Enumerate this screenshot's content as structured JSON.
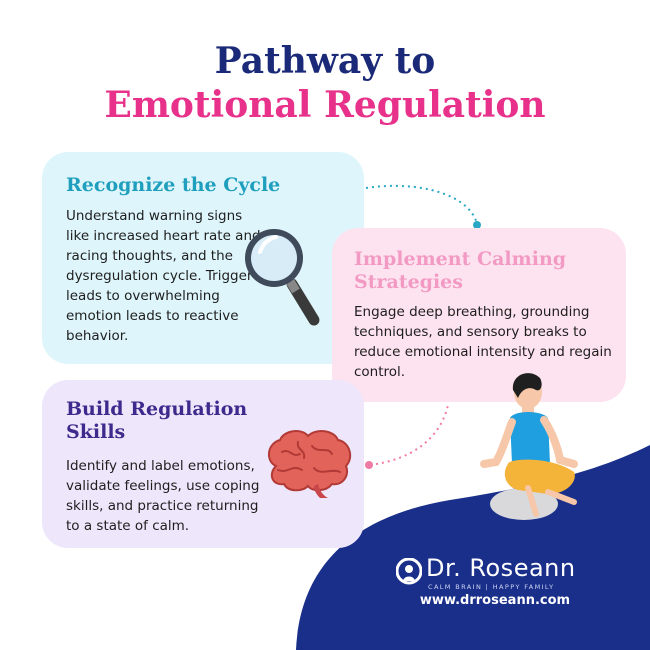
{
  "title": {
    "line1": "Pathway to",
    "line2": "Emotional Regulation"
  },
  "steps": [
    {
      "heading": "Recognize the Cycle",
      "body": "Understand warning signs like increased heart rate and racing thoughts, and the dysregulation cycle. Trigger leads to overwhelming emotion leads to reactive behavior.",
      "icon": "magnifying-glass-icon"
    },
    {
      "heading": "Implement Calming Strategies",
      "body": "Engage deep breathing, grounding techniques, and sensory breaks to reduce emotional intensity and regain control.",
      "icon": "meditating-person"
    },
    {
      "heading": "Build Regulation Skills",
      "body": "Identify and label emotions, validate feelings, use coping skills, and practice returning to a state of calm.",
      "icon": "brain-icon"
    }
  ],
  "brand": {
    "name": "Dr. Roseann",
    "tagline": "CALM BRAIN | HAPPY FAMILY",
    "website": "www.drroseann.com"
  },
  "colors": {
    "title_navy": "#1b2a78",
    "title_pink": "#e8318a",
    "card_blue": "#def6fb",
    "card_pink": "#fde3ef",
    "card_purple": "#eee6fb",
    "heading_teal": "#1f9fbd",
    "heading_pink": "#f29ac4",
    "heading_purple": "#3e2a8c",
    "navy_wave": "#1a2f8a"
  }
}
